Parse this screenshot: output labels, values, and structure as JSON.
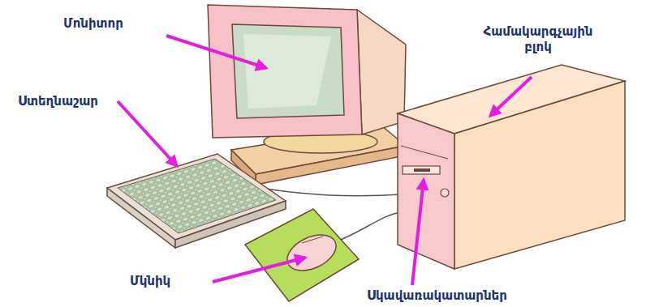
{
  "diagram": {
    "labels": [
      "Մոնիտոր",
      "Համակարգչային բլոկ",
      "Ստեղնաշար",
      "Մկնիկ",
      "Սկավառակատարներ"
    ]
  }
}
